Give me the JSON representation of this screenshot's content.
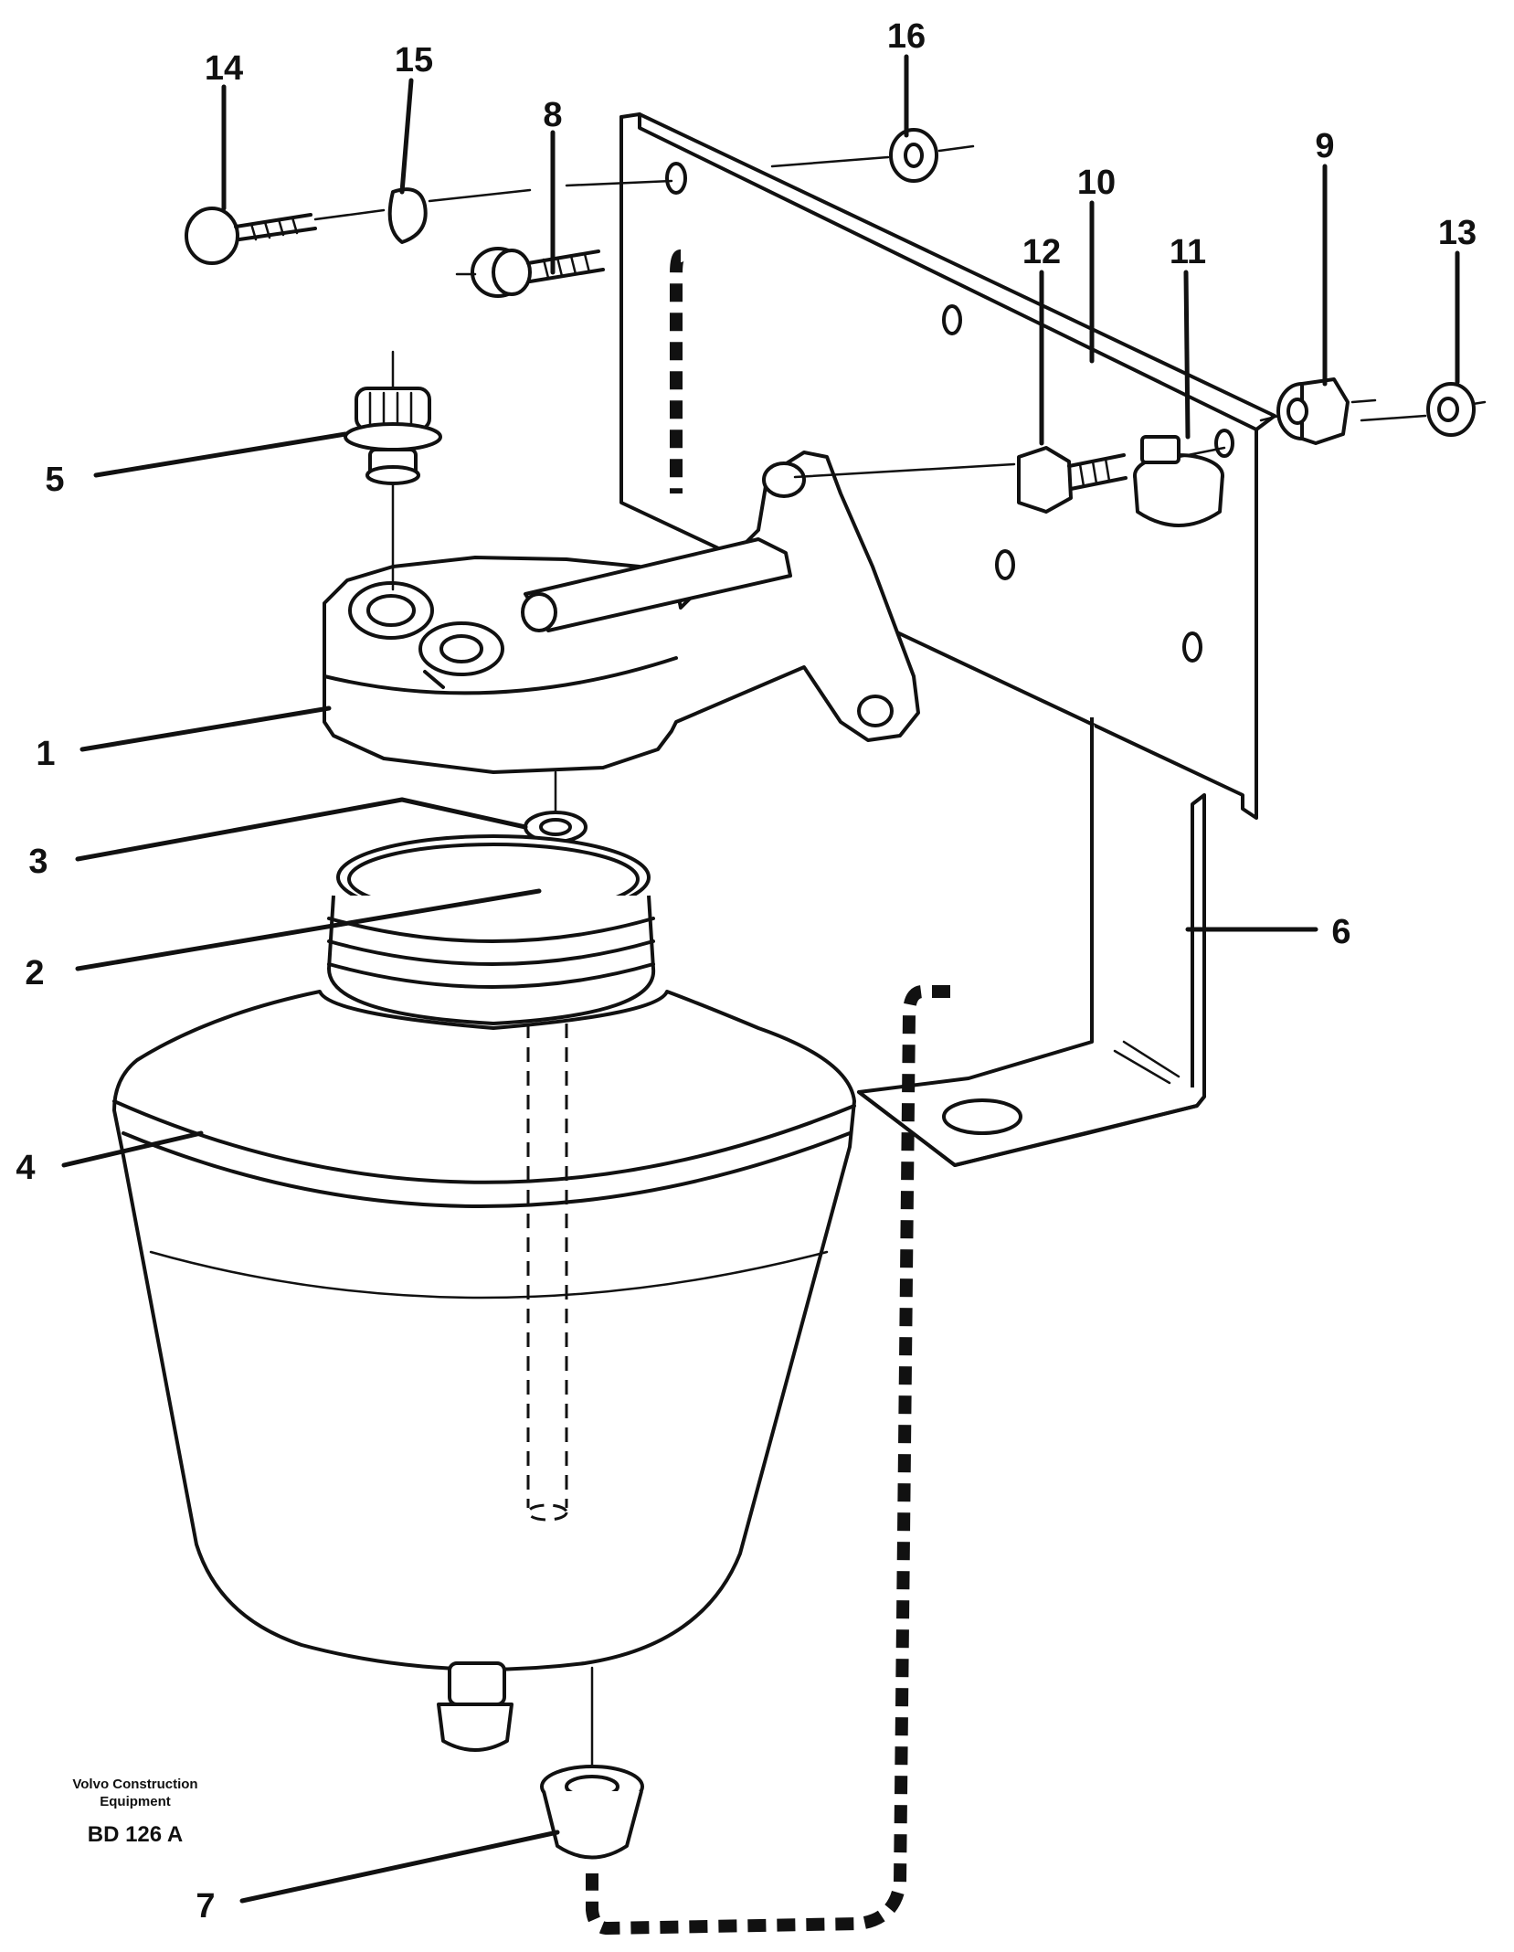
{
  "caption": {
    "company_line1": "Volvo Construction",
    "company_line2": "Equipment",
    "drawing_code": "BD 126 A"
  },
  "callouts": [
    {
      "id": "1",
      "label": "1"
    },
    {
      "id": "2",
      "label": "2"
    },
    {
      "id": "3",
      "label": "3"
    },
    {
      "id": "4",
      "label": "4"
    },
    {
      "id": "5",
      "label": "5"
    },
    {
      "id": "6",
      "label": "6"
    },
    {
      "id": "7",
      "label": "7"
    },
    {
      "id": "8",
      "label": "8"
    },
    {
      "id": "9",
      "label": "9"
    },
    {
      "id": "10",
      "label": "10"
    },
    {
      "id": "11",
      "label": "11"
    },
    {
      "id": "12",
      "label": "12"
    },
    {
      "id": "13",
      "label": "13"
    },
    {
      "id": "14",
      "label": "14"
    },
    {
      "id": "15",
      "label": "15"
    },
    {
      "id": "16",
      "label": "16"
    }
  ]
}
